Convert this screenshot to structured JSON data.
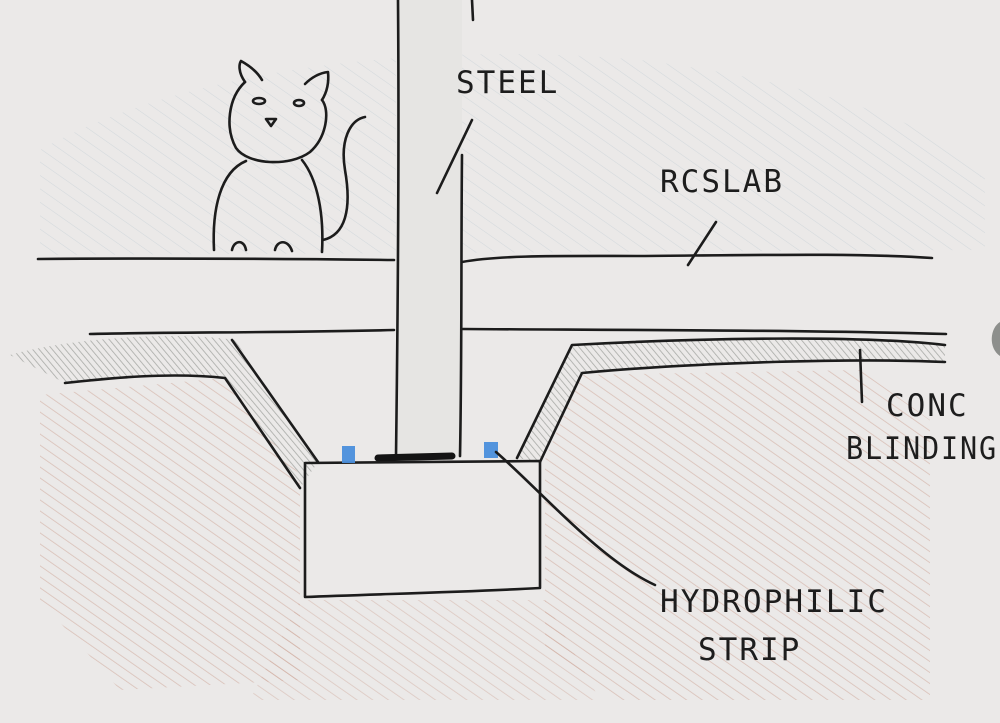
{
  "labels": {
    "steel": "STEEL",
    "rc_slab": "RCSLAB",
    "conc_line1": "CONC",
    "conc_line2": "BLINDING",
    "hydro_line1": "HYDROPHILIC",
    "hydro_line2": "STRIP"
  },
  "colors": {
    "paper": "#ebe9e8",
    "ink": "#1c1c1c",
    "soil_hatch": "#c99a8a",
    "blinding_fill": "#a9aaa6",
    "strip_blue": "#4b8fdc",
    "sky_hatch": "#b9c8cf"
  }
}
